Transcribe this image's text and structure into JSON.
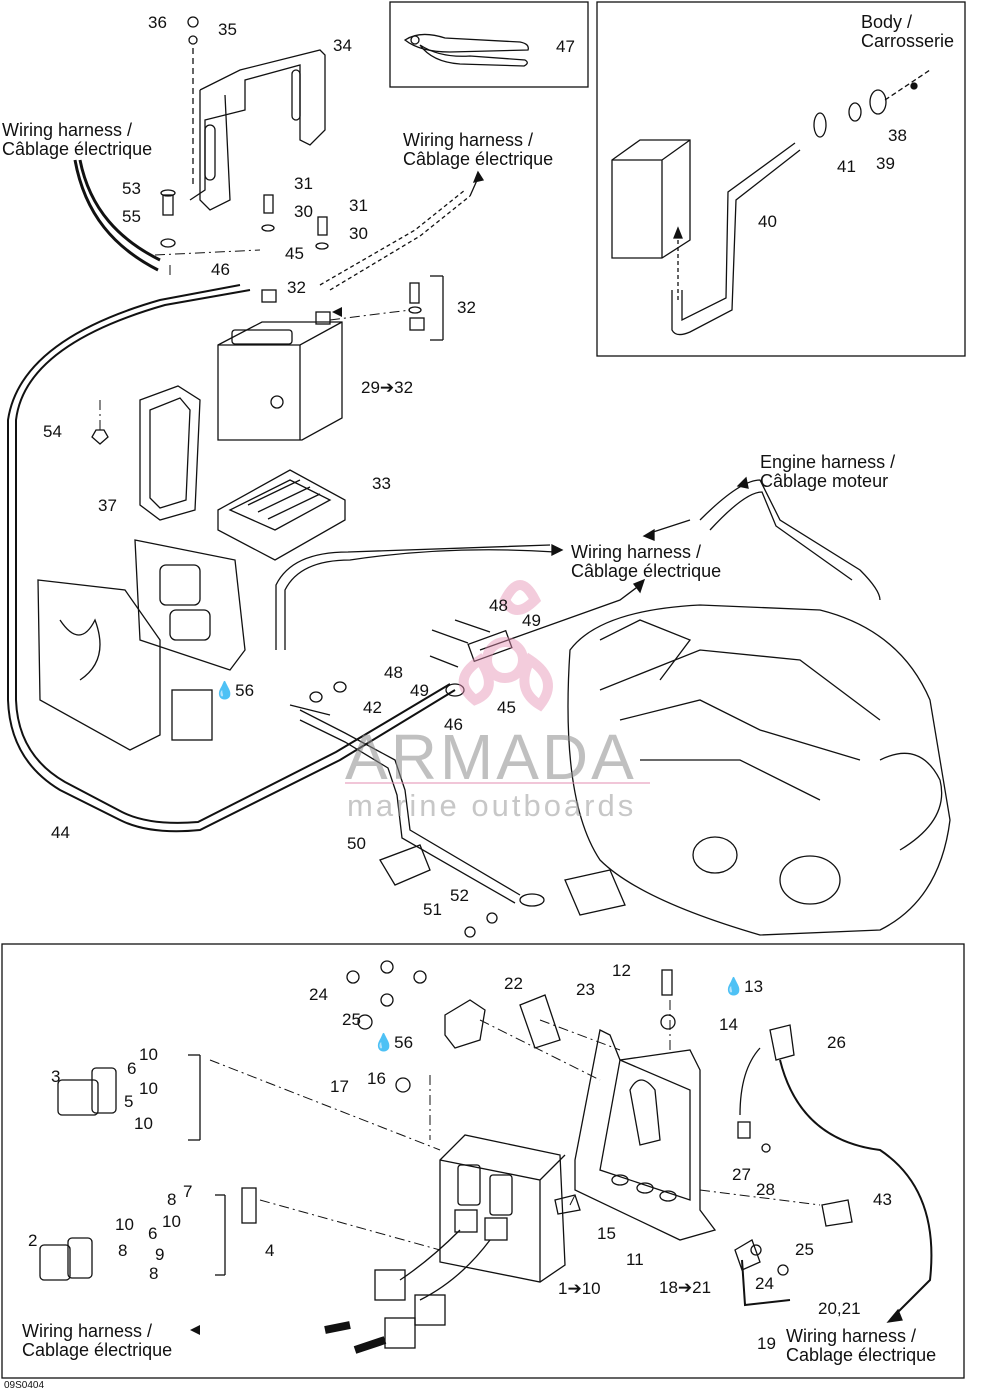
{
  "diagram_code": "09S0404",
  "watermark": {
    "brand": "ARMADA",
    "tagline": "marine outboards",
    "logo_color": "#e58fb3"
  },
  "harness_labels": {
    "top_left": [
      "Wiring harness /",
      "Câblage électrique"
    ],
    "top_mid": [
      "Wiring harness /",
      "Câblage électrique"
    ],
    "body": [
      "Body /",
      "Carrosserie"
    ],
    "engine": [
      "Engine harness /",
      "Câblage moteur"
    ],
    "mid": [
      "Wiring harness /",
      "Câblage électrique"
    ],
    "bottom_left": [
      "Wiring harness /",
      "Cablage électrique"
    ],
    "bottom_right": [
      "Wiring harness /",
      "Cablage électrique"
    ]
  },
  "callouts": {
    "c36": "36",
    "c35": "35",
    "c34": "34",
    "c47": "47",
    "c53": "53",
    "c55": "55",
    "c31a": "31",
    "c30a": "30",
    "c31b": "31",
    "c30b": "30",
    "c46a": "46",
    "c45a": "45",
    "c32a": "32",
    "c32b": "32",
    "c29": "29➔32",
    "c38": "38",
    "c39": "39",
    "c41": "41",
    "c40": "40",
    "c54": "54",
    "c37": "37",
    "c33": "33",
    "c48a": "48",
    "c49a": "49",
    "c48b": "48",
    "c49b": "49",
    "c56a": "56",
    "c42": "42",
    "c46b": "46",
    "c45b": "45",
    "c44": "44",
    "c50": "50",
    "c52": "52",
    "c51": "51",
    "c24a": "24",
    "c25a": "25",
    "c22": "22",
    "c23": "23",
    "c12": "12",
    "c13": "13",
    "c14": "14",
    "c26": "26",
    "c56b": "56",
    "c17": "17",
    "c16": "16",
    "c3": "3",
    "c6a": "6",
    "c10a": "10",
    "c10b": "10",
    "c5": "5",
    "c10c": "10",
    "c7": "7",
    "c8a": "8",
    "c10d": "10",
    "c6b": "6",
    "c9": "9",
    "c8b": "8",
    "c10e": "10",
    "c2": "2",
    "c8c": "8",
    "c4": "4",
    "c27": "27",
    "c28": "28",
    "c43": "43",
    "c15": "15",
    "c11": "11",
    "c1": "1➔10",
    "c18": "18➔21",
    "c25b": "25",
    "c24b": "24",
    "c20": "20,21",
    "c19": "19"
  }
}
